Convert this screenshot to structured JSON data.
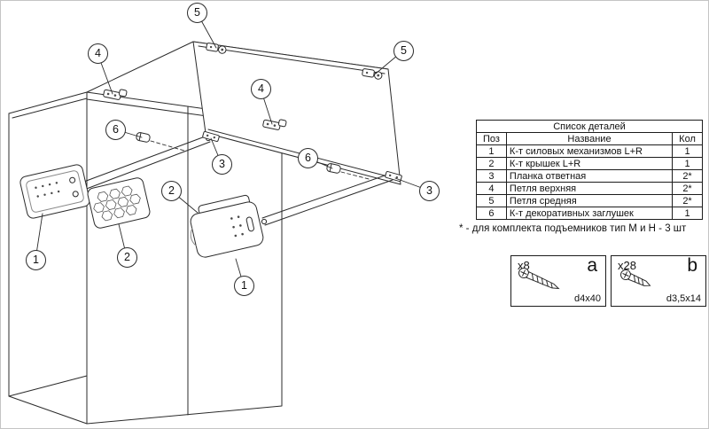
{
  "callouts": [
    "5",
    "4",
    "5",
    "4",
    "6",
    "3",
    "6",
    "3",
    "2",
    "1",
    "2",
    "1"
  ],
  "parts_table": {
    "title": "Список деталей",
    "headers": {
      "pos": "Поз",
      "name": "Название",
      "qty": "Кол"
    },
    "rows": [
      {
        "pos": "1",
        "name": "К-т силовых механизмов L+R",
        "qty": "1"
      },
      {
        "pos": "2",
        "name": "К-т крышек L+R",
        "qty": "1"
      },
      {
        "pos": "3",
        "name": "Планка ответная",
        "qty": "2*"
      },
      {
        "pos": "4",
        "name": "Петля верхняя",
        "qty": "2*"
      },
      {
        "pos": "5",
        "name": "Петля средняя",
        "qty": "2*"
      },
      {
        "pos": "6",
        "name": "К-т декоративных заглушек",
        "qty": "1"
      }
    ]
  },
  "note": "* - для комплекта подъемников тип М и Н - 3 шт",
  "hardware": [
    {
      "count": "x8",
      "letter": "a",
      "size": "d4x40"
    },
    {
      "count": "x28",
      "letter": "b",
      "size": "d3,5x14"
    }
  ],
  "colors": {
    "line": "#2b2b2b",
    "hole": "#4a4a4a"
  }
}
